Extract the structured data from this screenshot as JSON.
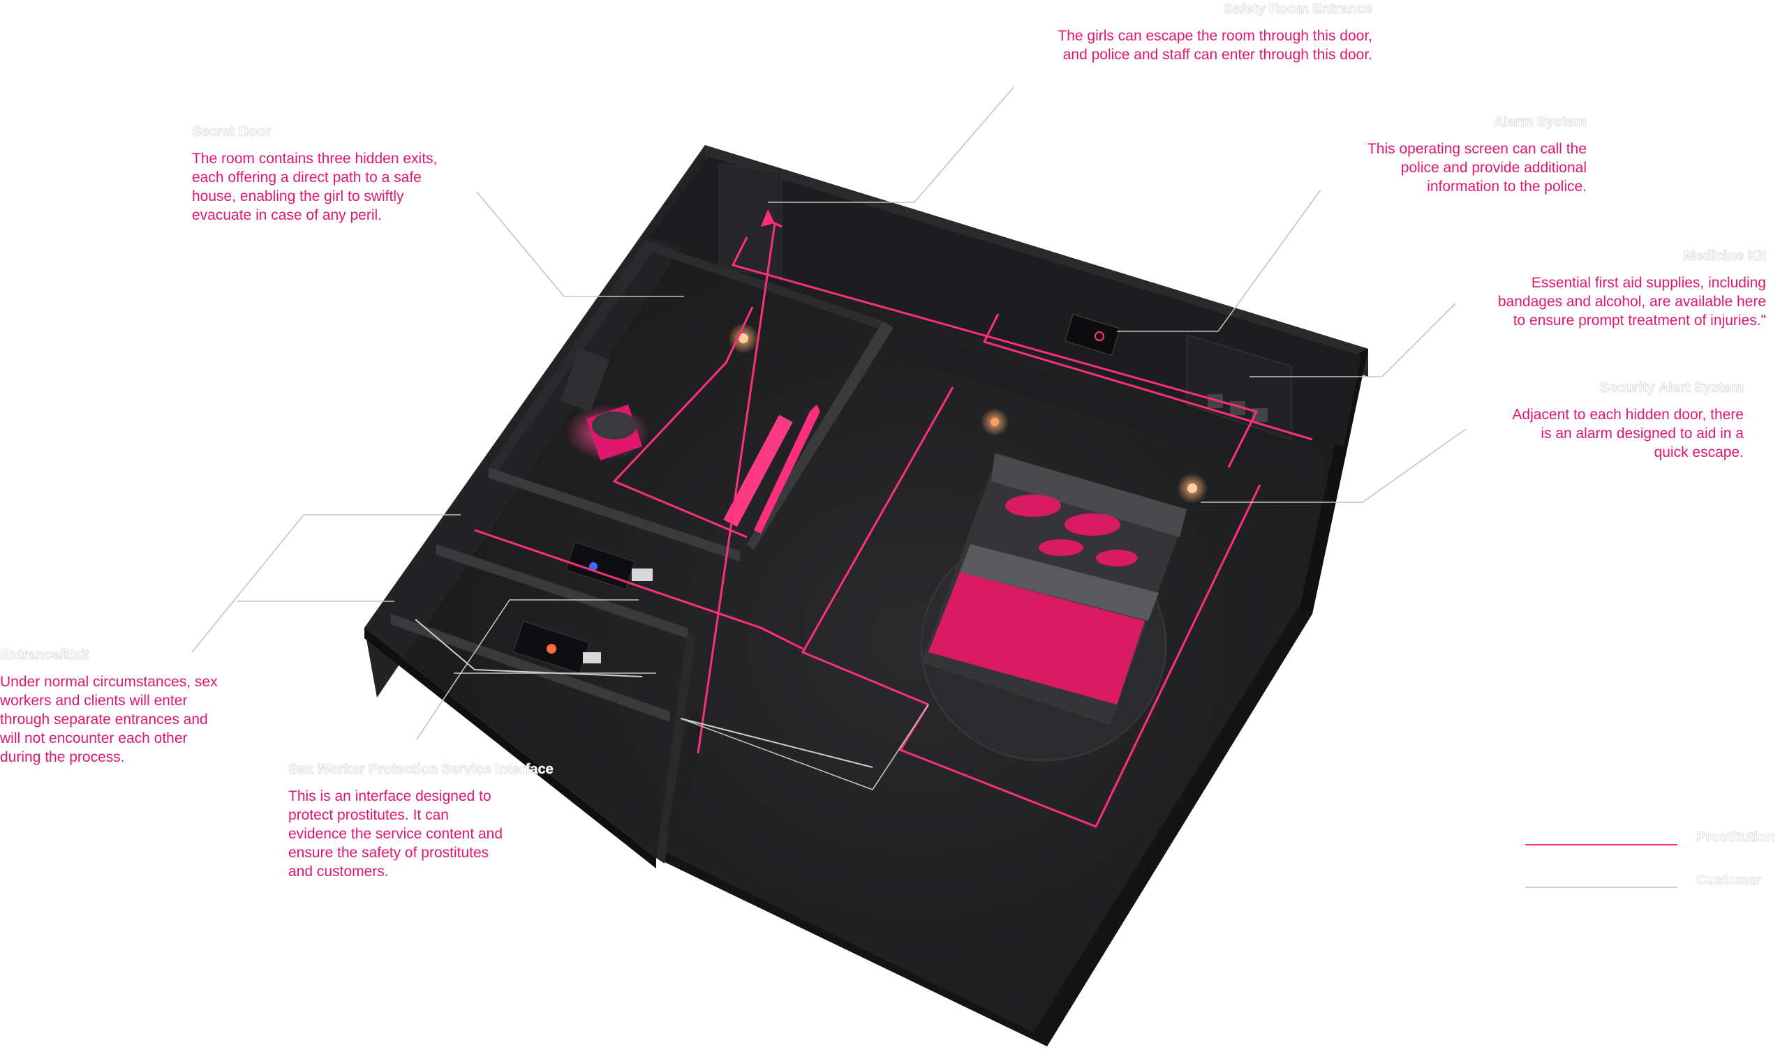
{
  "colors": {
    "accent": "#e0176f",
    "route_customer": "#cfcfcf",
    "room_dark": "#1b1b1d",
    "bed_pink": "#d81b62"
  },
  "annotations": {
    "safety_room": {
      "title": "Safety Room Entrance",
      "text": "The girls can escape the room through this door,\nand police and staff can enter through this door."
    },
    "secret_door": {
      "title": "Secret Door",
      "text": "The room contains three hidden exits,\neach offering a direct path to a safe\nhouse, enabling the girl to swiftly\nevacuate in case of any peril."
    },
    "alarm_system": {
      "title": "Alarm System",
      "text": "This operating screen can call the\npolice and provide additional\ninformation to the police."
    },
    "medicine_kit": {
      "title": "Medicine Kit",
      "text": "Essential first aid supplies, including\nbandages and alcohol, are available here\nto ensure prompt treatment of injuries.\""
    },
    "security_alert": {
      "title": "Security Alert System",
      "text": "Adjacent to each hidden door, there\nis an alarm designed to aid in a\nquick escape."
    },
    "entrance_exit": {
      "title": "Entrance/Exit",
      "text": "Under normal circumstances, sex\nworkers and clients will enter\nthrough separate entrances and\nwill not encounter each other\nduring the process."
    },
    "protection_interface": {
      "title": "Sex Worker Protection Service Interface",
      "text": "This is an interface designed to\nprotect prostitutes. It can\nevidence the service content and\nensure the safety of prostitutes\nand customers."
    }
  },
  "legend": {
    "prostitution": "Prostitution",
    "customer": "Customer"
  }
}
